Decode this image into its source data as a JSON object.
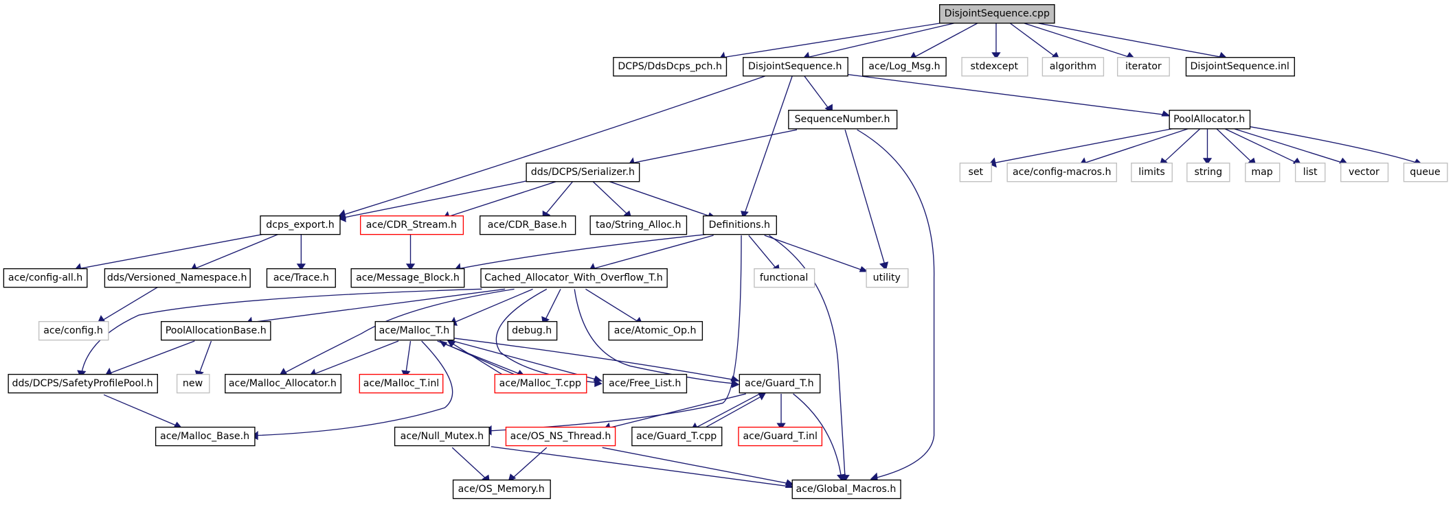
{
  "graph": {
    "nodes": [
      {
        "id": "root",
        "label": "DisjointSequence.cpp",
        "kind": "root"
      },
      {
        "id": "pch",
        "label": "DCPS/DdsDcps_pch.h",
        "kind": "normal"
      },
      {
        "id": "dsh",
        "label": "DisjointSequence.h",
        "kind": "normal"
      },
      {
        "id": "logmsg",
        "label": "ace/Log_Msg.h",
        "kind": "normal"
      },
      {
        "id": "stdexcept",
        "label": "stdexcept",
        "kind": "external"
      },
      {
        "id": "algorithm",
        "label": "algorithm",
        "kind": "external"
      },
      {
        "id": "iterator",
        "label": "iterator",
        "kind": "external"
      },
      {
        "id": "dsinl",
        "label": "DisjointSequence.inl",
        "kind": "normal"
      },
      {
        "id": "seqnum",
        "label": "SequenceNumber.h",
        "kind": "normal"
      },
      {
        "id": "poolalloc",
        "label": "PoolAllocator.h",
        "kind": "normal"
      },
      {
        "id": "set",
        "label": "set",
        "kind": "external"
      },
      {
        "id": "cfgmacros",
        "label": "ace/config-macros.h",
        "kind": "external"
      },
      {
        "id": "limits",
        "label": "limits",
        "kind": "external"
      },
      {
        "id": "string",
        "label": "string",
        "kind": "external"
      },
      {
        "id": "map",
        "label": "map",
        "kind": "external"
      },
      {
        "id": "list",
        "label": "list",
        "kind": "external"
      },
      {
        "id": "vector",
        "label": "vector",
        "kind": "external"
      },
      {
        "id": "queue",
        "label": "queue",
        "kind": "external"
      },
      {
        "id": "serializer",
        "label": "dds/DCPS/Serializer.h",
        "kind": "normal"
      },
      {
        "id": "dcpsexport",
        "label": "dcps_export.h",
        "kind": "normal"
      },
      {
        "id": "cdrstream",
        "label": "ace/CDR_Stream.h",
        "kind": "truncated"
      },
      {
        "id": "cdrbase",
        "label": "ace/CDR_Base.h",
        "kind": "normal"
      },
      {
        "id": "stralloc",
        "label": "tao/String_Alloc.h",
        "kind": "normal"
      },
      {
        "id": "definitions",
        "label": "Definitions.h",
        "kind": "normal"
      },
      {
        "id": "cfgall",
        "label": "ace/config-all.h",
        "kind": "normal"
      },
      {
        "id": "versns",
        "label": "dds/Versioned_Namespace.h",
        "kind": "normal"
      },
      {
        "id": "trace",
        "label": "ace/Trace.h",
        "kind": "normal"
      },
      {
        "id": "msgblock",
        "label": "ace/Message_Block.h",
        "kind": "normal"
      },
      {
        "id": "cachedalloc",
        "label": "Cached_Allocator_With_Overflow_T.h",
        "kind": "normal"
      },
      {
        "id": "functional",
        "label": "functional",
        "kind": "external"
      },
      {
        "id": "utility",
        "label": "utility",
        "kind": "external"
      },
      {
        "id": "cfgh",
        "label": "ace/config.h",
        "kind": "external"
      },
      {
        "id": "poolallocbase",
        "label": "PoolAllocationBase.h",
        "kind": "normal"
      },
      {
        "id": "malloct",
        "label": "ace/Malloc_T.h",
        "kind": "normal"
      },
      {
        "id": "debug",
        "label": "debug.h",
        "kind": "normal"
      },
      {
        "id": "atomicop",
        "label": "ace/Atomic_Op.h",
        "kind": "normal"
      },
      {
        "id": "safetypool",
        "label": "dds/DCPS/SafetyProfilePool.h",
        "kind": "normal"
      },
      {
        "id": "new",
        "label": "new",
        "kind": "external"
      },
      {
        "id": "mallocallocator",
        "label": "ace/Malloc_Allocator.h",
        "kind": "normal"
      },
      {
        "id": "malloctinl",
        "label": "ace/Malloc_T.inl",
        "kind": "truncated"
      },
      {
        "id": "malloctcpp",
        "label": "ace/Malloc_T.cpp",
        "kind": "truncated"
      },
      {
        "id": "freelist",
        "label": "ace/Free_List.h",
        "kind": "normal"
      },
      {
        "id": "guardt",
        "label": "ace/Guard_T.h",
        "kind": "normal"
      },
      {
        "id": "mallocbase",
        "label": "ace/Malloc_Base.h",
        "kind": "normal"
      },
      {
        "id": "nullmutex",
        "label": "ace/Null_Mutex.h",
        "kind": "normal"
      },
      {
        "id": "osnsthread",
        "label": "ace/OS_NS_Thread.h",
        "kind": "truncated"
      },
      {
        "id": "guardtcpp",
        "label": "ace/Guard_T.cpp",
        "kind": "normal"
      },
      {
        "id": "guardtinl",
        "label": "ace/Guard_T.inl",
        "kind": "truncated"
      },
      {
        "id": "osmemory",
        "label": "ace/OS_Memory.h",
        "kind": "normal"
      },
      {
        "id": "globalmacros",
        "label": "ace/Global_Macros.h",
        "kind": "normal"
      }
    ],
    "colors": {
      "edge": "#191970",
      "root_fill": "#bfbfbf",
      "normal_border": "#000000",
      "external_border": "#bfbfbf",
      "truncated_border": "#ff0000",
      "background": "#ffffff"
    }
  }
}
